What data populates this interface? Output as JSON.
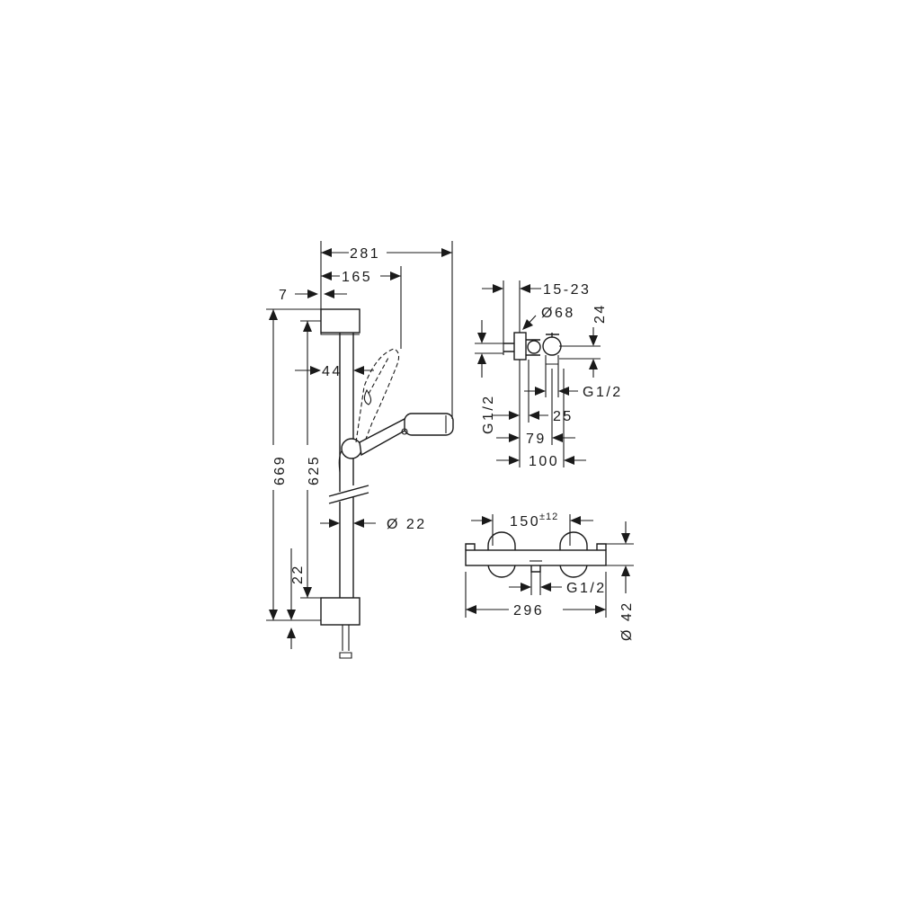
{
  "shower_rail": {
    "overall_width": "281",
    "handshower_reach": "165",
    "wall_offset": "7",
    "spray_offset": "44",
    "total_height": "669",
    "rail_length": "625",
    "bottom_offset": "22",
    "rail_diameter": "Ø 22"
  },
  "side_view": {
    "wall_gap": "15-23",
    "rosette_diameter": "Ø68",
    "height_offset": "24",
    "outlet_thread": "G1/2",
    "inlet_thread": "G1/2",
    "outlet_offset": "25",
    "depth_79": "79",
    "depth_100": "100"
  },
  "front_view": {
    "connection_spacing": "150",
    "connection_tolerance": "±12",
    "outlet_thread": "G1/2",
    "overall_width": "296",
    "body_diameter": "Ø 42"
  }
}
